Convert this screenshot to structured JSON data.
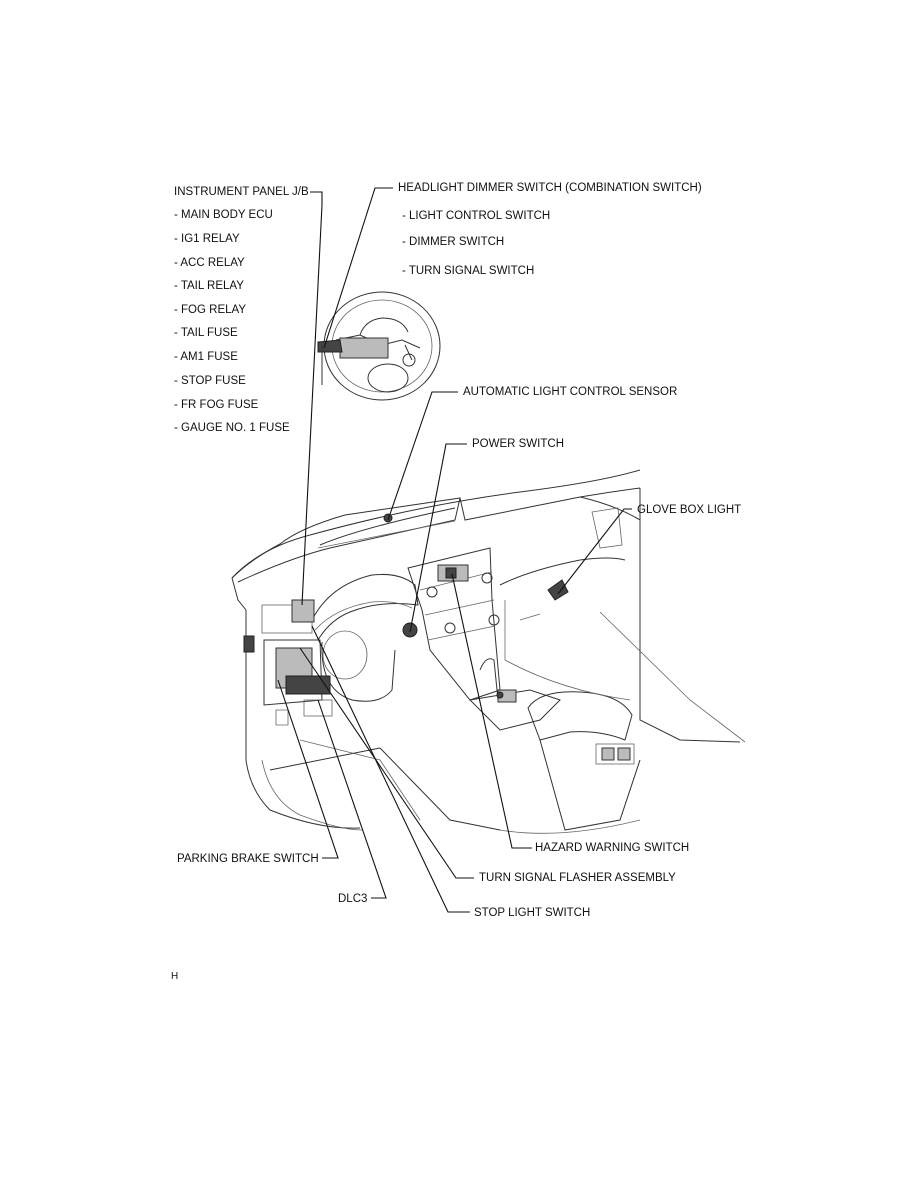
{
  "instrument_panel_jb": {
    "title": "INSTRUMENT PANEL J/B",
    "items": [
      "- MAIN BODY ECU",
      "- IG1 RELAY",
      "- ACC RELAY",
      "- TAIL RELAY",
      "- FOG RELAY",
      "- TAIL FUSE",
      "- AM1 FUSE",
      "- STOP FUSE",
      "- FR FOG FUSE",
      "- GAUGE NO. 1 FUSE"
    ]
  },
  "headlight_dimmer_switch": {
    "title": "HEADLIGHT DIMMER SWITCH  (COMBINATION SWITCH)",
    "items": [
      "- LIGHT CONTROL SWITCH",
      "- DIMMER SWITCH",
      "- TURN SIGNAL SWITCH"
    ]
  },
  "labels": {
    "automatic_light_control_sensor": "AUTOMATIC LIGHT CONTROL SENSOR",
    "power_switch": "POWER SWITCH",
    "glove_box_light": "GLOVE BOX LIGHT",
    "hazard_warning_switch": "HAZARD WARNING SWITCH",
    "parking_brake_switch": "PARKING BRAKE SWITCH",
    "turn_signal_flasher_assembly": "TURN SIGNAL FLASHER ASSEMBLY",
    "dlc3": "DLC3",
    "stop_light_switch": "STOP LIGHT SWITCH"
  },
  "figure_code": "H"
}
